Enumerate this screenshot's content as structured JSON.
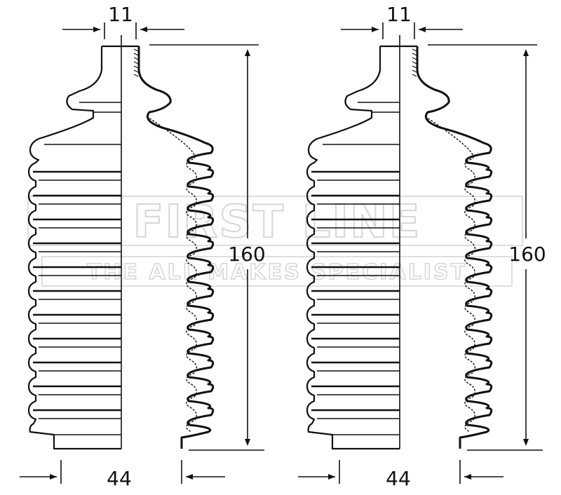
{
  "diagram": {
    "boots": [
      {
        "top_width_label": "11",
        "height_label": "160",
        "bottom_width_label": "44"
      },
      {
        "top_width_label": "11",
        "height_label": "160",
        "bottom_width_label": "44"
      }
    ],
    "watermark": {
      "brand": "FIRST LINE",
      "tagline": "THE ALL MAKES SPECIALIST"
    },
    "colors": {
      "line": "#111111",
      "watermark": "#d9d9d9",
      "background": "#ffffff"
    }
  }
}
